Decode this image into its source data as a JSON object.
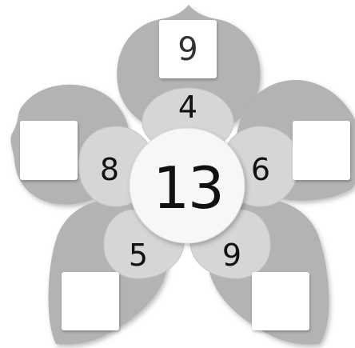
{
  "center_value": "13",
  "inner_petals": [
    {
      "id": "top",
      "value": "4"
    },
    {
      "id": "right",
      "value": "6"
    },
    {
      "id": "bottom-right",
      "value": "9"
    },
    {
      "id": "bottom-left",
      "value": "5"
    },
    {
      "id": "left",
      "value": "8"
    }
  ],
  "outer_boxes": [
    {
      "id": "top",
      "value": "9"
    },
    {
      "id": "right",
      "value": ""
    },
    {
      "id": "bottom-right",
      "value": ""
    },
    {
      "id": "bottom-left",
      "value": ""
    },
    {
      "id": "left",
      "value": ""
    }
  ],
  "colors": {
    "outer_petal": "#b3b3b3",
    "outer_petal_shadow": "#9c9c9c",
    "inner_petal": "#d6d6d6",
    "center": "#f7f7f7",
    "box": "#ffffff"
  }
}
